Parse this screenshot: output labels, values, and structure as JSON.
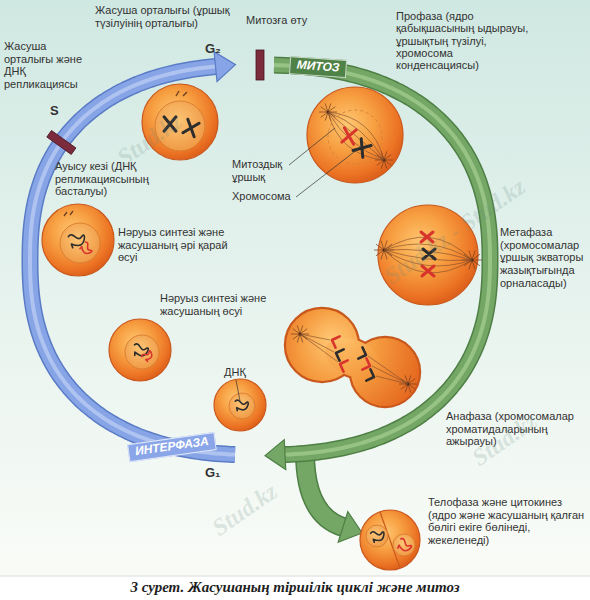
{
  "diagram": {
    "caption": "3 сурет. Жасушаның тіршілік циклі және митоз",
    "labels": [
      "Жасуша орталығы (ұршық түзілуінің орталығы)",
      "Жасуша орталығы және ДНҚ репликациясы",
      "G₂",
      "Митозға өту",
      "МИТОЗ",
      "Профаза (ядро қабықшасының ыдырауы, ұршықтың түзілуі, хромосома конденсациясы)",
      "S",
      "Митоздық ұршық",
      "Хромосома",
      "Ауысу кезі (ДНҚ репликациясының басталуы)",
      "Нәруыз синтезі және жасушаның әрі қарай өсуі",
      "Метафаза (хромосомалар ұршық экваторы жазықтығында орналасады)",
      "Нәруыз синтезі және жасушаның өсуі",
      "ДНҚ",
      "Анафаза (хромосомалар хроматидаларының ажырауы)",
      "ИНТЕРФАЗА",
      "G₁",
      "Телофаза және цитокинез (ядро және жасушаның қалған бөлігі екіге бөлінеді, жекеленеді)",
      "Stud.kz",
      "Stud.kz - Stud.kz",
      "Stud.kz",
      "Stud.kz"
    ]
  }
}
